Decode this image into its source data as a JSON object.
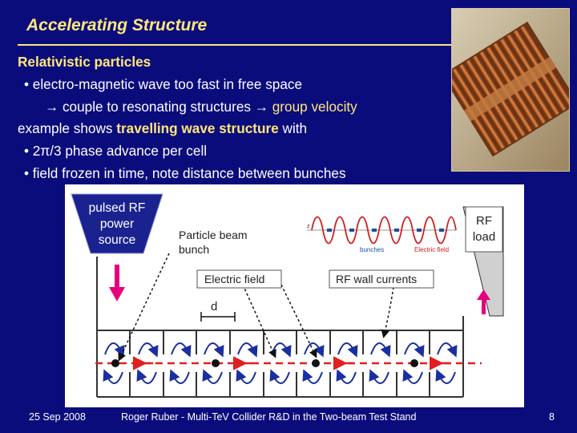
{
  "slide": {
    "title": "Accelerating Structure",
    "body": {
      "heading": "Relativistic particles",
      "bullet1": "• electro-magnetic wave too fast in free space",
      "bullet1_sub_prefix": "→ couple to resonating structures → ",
      "bullet1_sub_highlight": "group velocity",
      "example_prefix": "example shows ",
      "example_highlight": "travelling wave structure",
      "example_suffix": " with",
      "bullet2": "• 2π/3 phase advance per cell",
      "bullet3": "• field frozen in time, note distance between bunches"
    },
    "photo": {
      "description_icon": "accelerating-structure-photo"
    }
  },
  "diagram": {
    "source_label": "pulsed RF power source",
    "load_label": "RF load",
    "beam_label": "Particle beam bunch",
    "efield_label": "Electric field",
    "wall_label": "RF wall currents",
    "distance_label": "d",
    "inset": {
      "axis_label": "z",
      "bunches_label": "bunches",
      "efield_label": "Electric field"
    },
    "colors": {
      "arrow": "#e6007e",
      "field": "#e02020",
      "cells": "#1a2fa0",
      "wave": "#d02020",
      "bunch": "#1a4fa0"
    }
  },
  "footer": {
    "date": "25 Sep 2008",
    "center": "Roger Ruber - Multi-TeV Collider R&D in the Two-beam Test Stand",
    "page": "8"
  }
}
